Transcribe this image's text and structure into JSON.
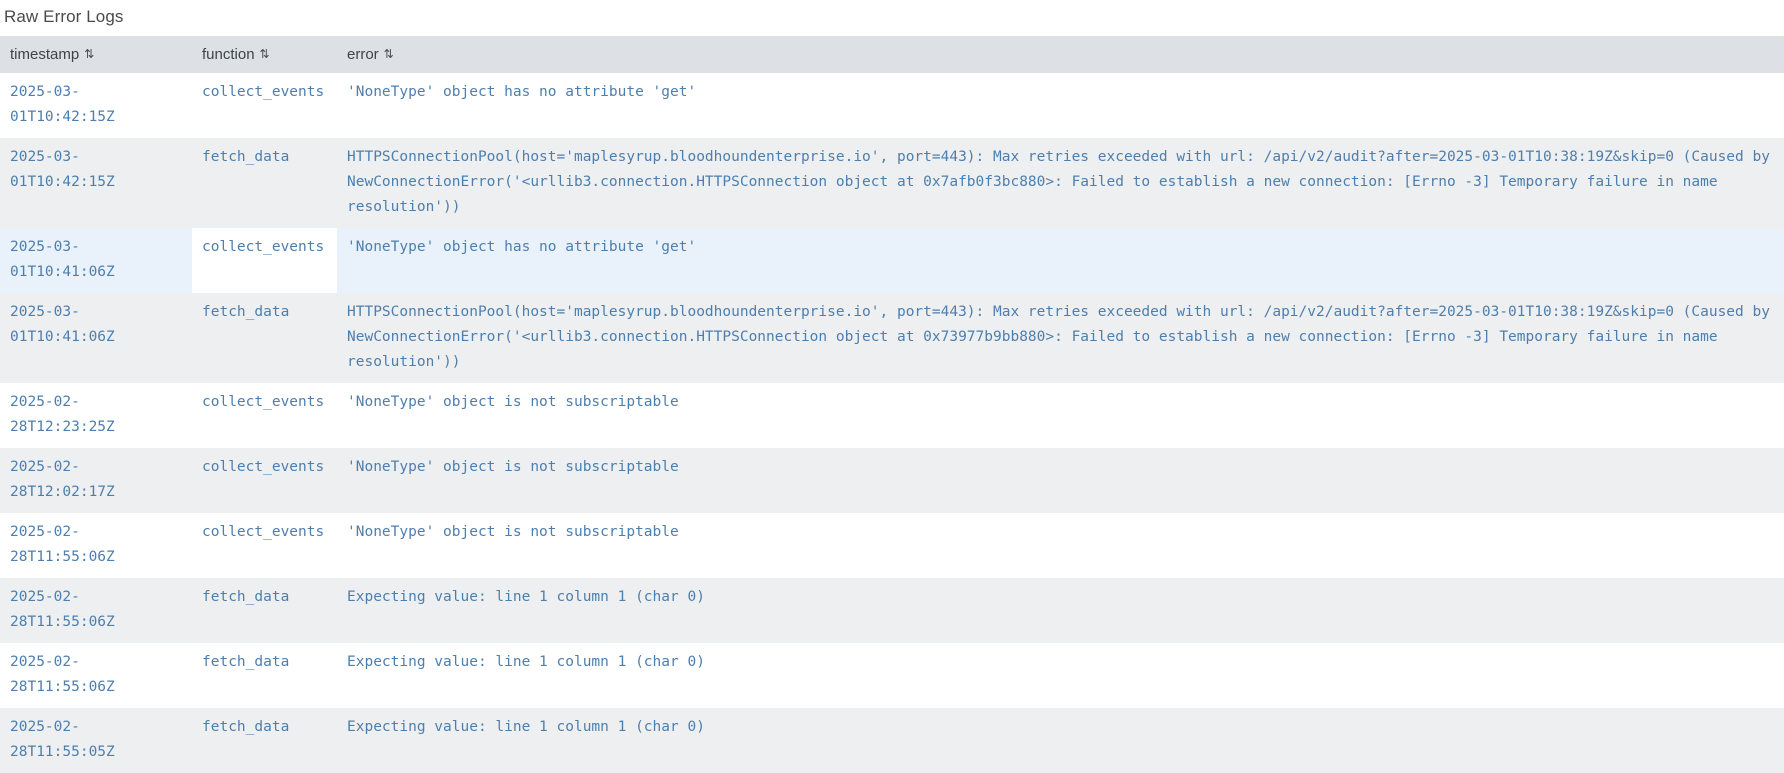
{
  "panel": {
    "title": "Raw Error Logs"
  },
  "table": {
    "sort_icon": "⇅",
    "columns": [
      {
        "key": "timestamp",
        "label": "timestamp"
      },
      {
        "key": "function",
        "label": "function"
      },
      {
        "key": "error",
        "label": "error"
      }
    ],
    "rows": [
      {
        "timestamp": "2025-03-01T10:42:15Z",
        "function": "collect_events",
        "error": "'NoneType' object has no attribute 'get'",
        "highlight": false
      },
      {
        "timestamp": "2025-03-01T10:42:15Z",
        "function": "fetch_data",
        "error": "HTTPSConnectionPool(host='maplesyrup.bloodhoundenterprise.io', port=443): Max retries exceeded with url: /api/v2/audit?after=2025-03-01T10:38:19Z&skip=0 (Caused by NewConnectionError('<urllib3.connection.HTTPSConnection object at 0x7afb0f3bc880>: Failed to establish a new connection: [Errno -3] Temporary failure in name resolution'))",
        "highlight": false
      },
      {
        "timestamp": "2025-03-01T10:41:06Z",
        "function": "collect_events",
        "error": "'NoneType' object has no attribute 'get'",
        "highlight": true
      },
      {
        "timestamp": "2025-03-01T10:41:06Z",
        "function": "fetch_data",
        "error": "HTTPSConnectionPool(host='maplesyrup.bloodhoundenterprise.io', port=443): Max retries exceeded with url: /api/v2/audit?after=2025-03-01T10:38:19Z&skip=0 (Caused by NewConnectionError('<urllib3.connection.HTTPSConnection object at 0x73977b9bb880>: Failed to establish a new connection: [Errno -3] Temporary failure in name resolution'))",
        "highlight": false
      },
      {
        "timestamp": "2025-02-28T12:23:25Z",
        "function": "collect_events",
        "error": "'NoneType' object is not subscriptable",
        "highlight": false
      },
      {
        "timestamp": "2025-02-28T12:02:17Z",
        "function": "collect_events",
        "error": "'NoneType' object is not subscriptable",
        "highlight": false
      },
      {
        "timestamp": "2025-02-28T11:55:06Z",
        "function": "collect_events",
        "error": "'NoneType' object is not subscriptable",
        "highlight": false
      },
      {
        "timestamp": "2025-02-28T11:55:06Z",
        "function": "fetch_data",
        "error": "Expecting value: line 1 column 1 (char 0)",
        "highlight": false
      },
      {
        "timestamp": "2025-02-28T11:55:06Z",
        "function": "fetch_data",
        "error": "Expecting value: line 1 column 1 (char 0)",
        "highlight": false
      },
      {
        "timestamp": "2025-02-28T11:55:05Z",
        "function": "fetch_data",
        "error": "Expecting value: line 1 column 1 (char 0)",
        "highlight": false
      }
    ]
  },
  "colors": {
    "header_bg": "#dde1e5",
    "row_alt_bg": "#eeeff1",
    "row_highlight_bg": "#e9f2fb",
    "text_mono": "#4d7fae",
    "title_text": "#4a4a4a"
  }
}
